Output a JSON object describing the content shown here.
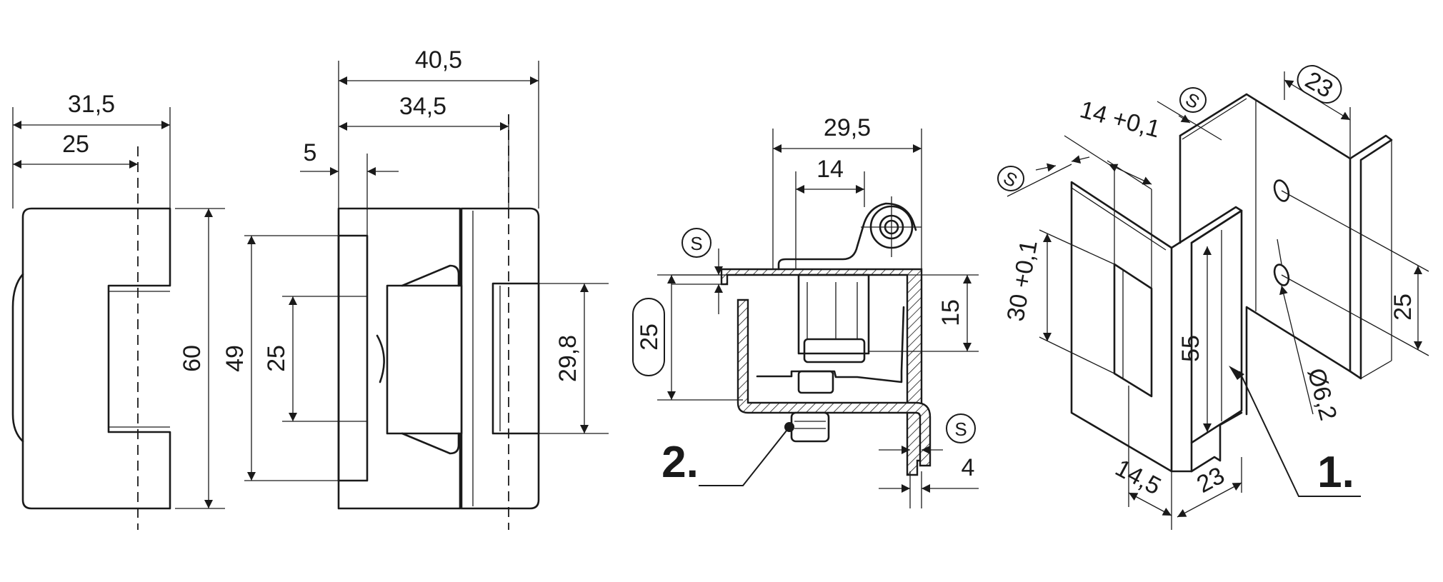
{
  "view_left": {
    "dim_width_outer": "31,5",
    "dim_width_inner": "25",
    "dim_height": "60"
  },
  "view_front": {
    "dim_width_total": "40,5",
    "dim_width_body": "34,5",
    "dim_offset": "5",
    "dim_height_plate": "49",
    "dim_height_slot": "25",
    "dim_height_latch": "29,8"
  },
  "view_section": {
    "dim_width_total": "29,5",
    "dim_width_mid": "14",
    "dim_thickness_top": "S",
    "dim_gap": "25",
    "dim_height_block": "15",
    "dim_thickness_side": "S",
    "dim_offset_side": "4",
    "callout": "2."
  },
  "view_iso": {
    "dim_flange_top": "23",
    "dim_thickness_a": "S",
    "dim_slot_width": "14 +0,1",
    "dim_thickness_b": "S",
    "dim_slot_height": "30 +0,1",
    "dim_height": "55",
    "dim_hole_spacing": "25",
    "dim_hole_dia": "Ø6,2",
    "dim_bottom_offset": "14,5",
    "dim_flange_bottom": "23",
    "callout": "1."
  }
}
